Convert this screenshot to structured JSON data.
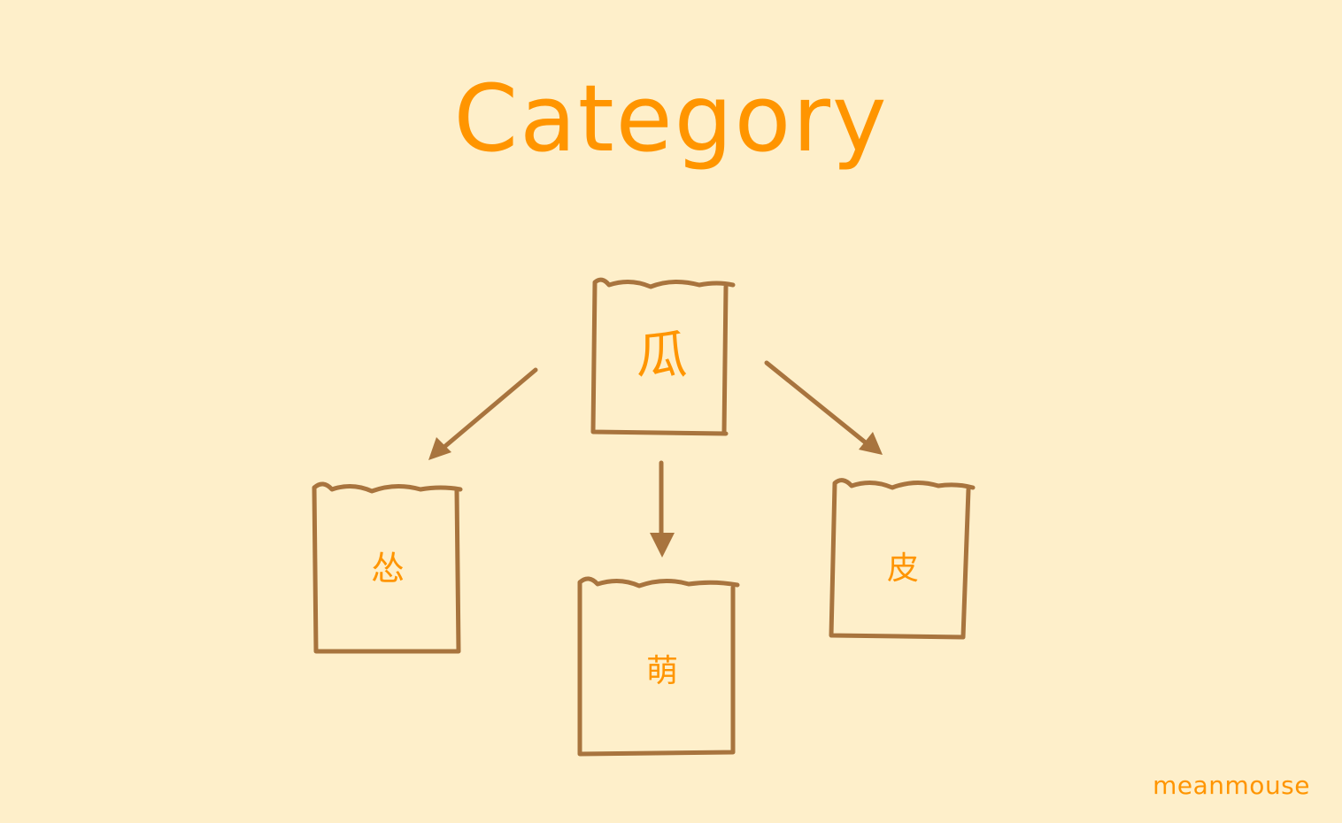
{
  "title": "Category",
  "nodes": {
    "root": "瓜",
    "left": "怂",
    "middle": "萌",
    "right": "皮"
  },
  "watermark": "meanmouse",
  "colors": {
    "background": "#feefca",
    "accent": "#ff9500",
    "stroke": "#a8743e"
  }
}
